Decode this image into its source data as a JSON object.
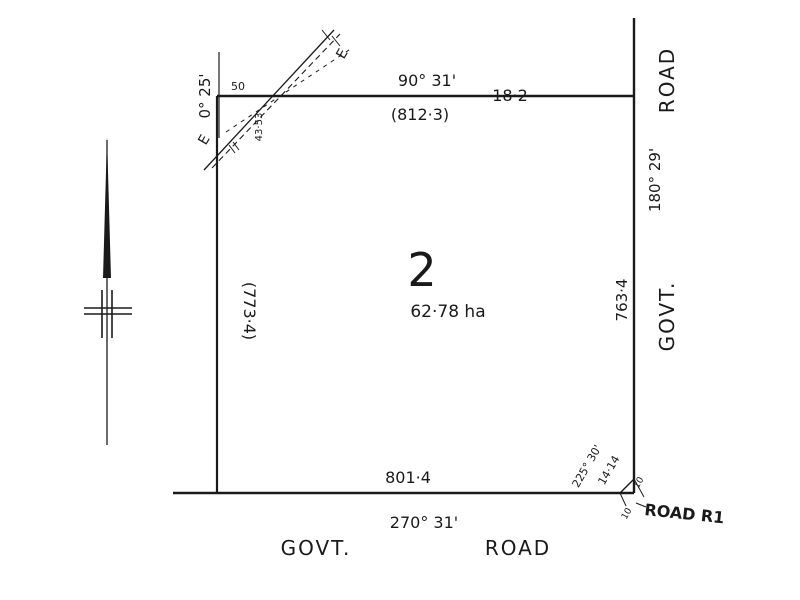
{
  "lot": {
    "number": "2",
    "area": "62·78 ha"
  },
  "bearings": {
    "top": "90° 31'",
    "right": "180° 29'",
    "bottom": "270° 31'",
    "corner_se": "225° 30'",
    "corner_nw": "0° 25'"
  },
  "distances": {
    "top_original": "(812·3)",
    "top_current": "18·2",
    "right": "763·4",
    "left": "(773·4)",
    "bottom": "801·4",
    "nw_short": "50",
    "nw_diag": "43·53",
    "se_diag": "14·14",
    "se_a": "10",
    "se_b": "10"
  },
  "roads": {
    "right_top": "ROAD",
    "right_bottom": "GOVT.",
    "bottom_left": "GOVT.",
    "bottom_right": "ROAD",
    "se": "ROAD R1"
  },
  "marks": {
    "nw_a": "E",
    "nw_b": "E"
  }
}
